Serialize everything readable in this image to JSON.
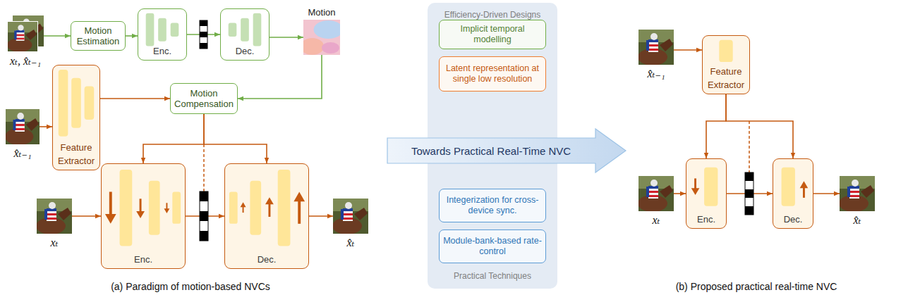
{
  "diagram": {
    "nodes": [
      {
        "text": [
          "Motion Estimation"
        ]
      },
      {
        "text": [
          "Enc."
        ]
      },
      {
        "text": [
          "Dec."
        ]
      },
      {
        "text": [
          "Motion"
        ]
      },
      {
        "text": [
          "xₜ, x̂ₜ₋₁"
        ]
      },
      {
        "text": [
          "x̂ₜ₋₁"
        ]
      },
      {
        "text": [
          "Feature Extractor"
        ]
      },
      {
        "text": [
          "Motion Compensation"
        ]
      },
      {
        "text": [
          "xₜ"
        ]
      },
      {
        "text": [
          "Enc."
        ]
      },
      {
        "text": [
          "Dec."
        ]
      },
      {
        "text": [
          "x̂ₜ"
        ]
      },
      {
        "text": [
          "Efficiency-Driven Designs",
          "Practical Techniques"
        ]
      },
      {
        "text": [
          "Implicit temporal modelling"
        ],
        "in": 12
      },
      {
        "text": [
          "Latent representation at single low resolution"
        ],
        "in": 12
      },
      {
        "text": [
          "Towards Practical Real-Time NVC"
        ]
      },
      {
        "text": [
          "Integerization for cross-device sync."
        ],
        "in": 12
      },
      {
        "text": [
          "Module-bank-based rate-control"
        ],
        "in": 12
      },
      {
        "text": [
          "x̂ₜ₋₁"
        ]
      },
      {
        "text": [
          "Feature Extractor"
        ]
      },
      {
        "text": [
          "xₜ"
        ]
      },
      {
        "text": [
          "Enc."
        ]
      },
      {
        "text": [
          "Dec."
        ]
      },
      {
        "text": [
          "x̂ₜ"
        ]
      }
    ],
    "edges": [
      {
        "from": 4,
        "to": 0,
        "arrow": "to"
      },
      {
        "from": 0,
        "to": 1,
        "arrow": "to"
      },
      {
        "from": 1,
        "to": 2,
        "arrow": "to"
      },
      {
        "from": 2,
        "to": 3,
        "arrow": "to"
      },
      {
        "from": 3,
        "to": 7,
        "arrow": "to"
      },
      {
        "from": 5,
        "to": 6,
        "arrow": "to"
      },
      {
        "from": 6,
        "to": 7,
        "arrow": "to"
      },
      {
        "from": 7,
        "to": 9,
        "arrow": "to"
      },
      {
        "from": 7,
        "to": 10,
        "arrow": "to"
      },
      {
        "from": 8,
        "to": 9,
        "arrow": "to"
      },
      {
        "from": 9,
        "to": 10,
        "arrow": "to"
      },
      {
        "from": 10,
        "to": 11,
        "arrow": "to"
      },
      {
        "from": 18,
        "to": 19,
        "arrow": "to"
      },
      {
        "from": 19,
        "to": 21,
        "arrow": "to"
      },
      {
        "from": 19,
        "to": 22,
        "arrow": "to"
      },
      {
        "from": 20,
        "to": 21,
        "arrow": "to"
      },
      {
        "from": 21,
        "to": 22,
        "arrow": "to"
      },
      {
        "from": 22,
        "to": 23,
        "arrow": "to"
      }
    ],
    "labels": [
      "(a) Paradigm of motion-based NVCs",
      "(b) Proposed practical real-time NVC"
    ]
  }
}
